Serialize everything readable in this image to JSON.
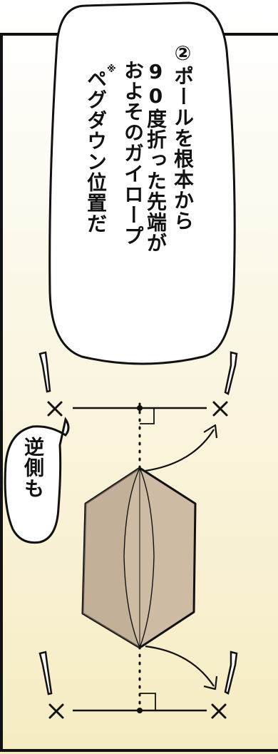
{
  "speech_bubble": {
    "line1": "②ポールを根本から",
    "line2": "90度折った先端が",
    "line3": "およそのガイロープ",
    "line4": "ペグダウン位置だ",
    "note_mark": "※"
  },
  "side_bubble": {
    "text": "逆側も"
  },
  "colors": {
    "outline": "#111111",
    "tent_fill": "#cdbba4",
    "tent_shade": "#b8a48a",
    "ground_top": "#ffffff",
    "ground_bottom": "#f6ecc3"
  },
  "icons": {
    "peg": "tent-peg-icon",
    "mark": "cross-mark-icon"
  }
}
